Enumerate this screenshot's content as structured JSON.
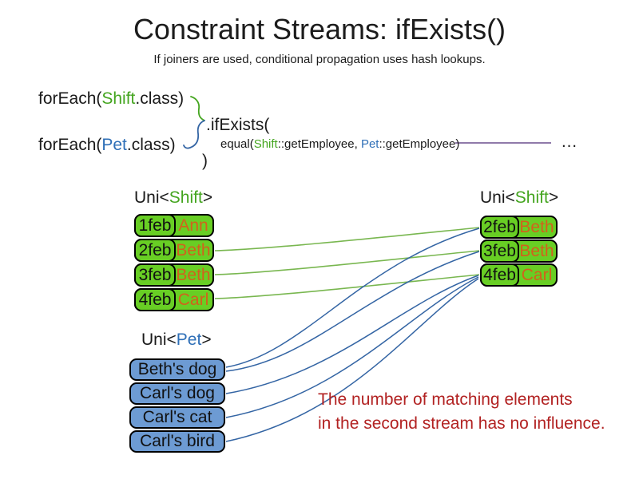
{
  "slide": {
    "title": "Constraint Streams: ifExists()",
    "subtitle": "If joiners are used, conditional propagation uses hash lookups."
  },
  "code": {
    "foreach_shift": {
      "pre": "forEach(",
      "cls": "Shift",
      "post": ".class)"
    },
    "foreach_pet": {
      "pre": "forEach(",
      "cls": "Pet",
      "post": ".class)"
    },
    "if_exists_label": ".ifExists(",
    "equal": {
      "pre": "equal(",
      "shift": "Shift",
      "mid": "::getEmployee, ",
      "pet": "Pet",
      "post": "::getEmployee)"
    },
    "close_paren": ")",
    "ellipsis": "…"
  },
  "streams": {
    "left_shift": {
      "label_pre": "Uni<",
      "label_type": "Shift",
      "label_post": ">",
      "rows": [
        {
          "date": "1feb",
          "name": "Ann"
        },
        {
          "date": "2feb",
          "name": "Beth"
        },
        {
          "date": "3feb",
          "name": "Beth"
        },
        {
          "date": "4feb",
          "name": "Carl"
        }
      ]
    },
    "right_shift": {
      "label_pre": "Uni<",
      "label_type": "Shift",
      "label_post": ">",
      "rows": [
        {
          "date": "2feb",
          "name": "Beth"
        },
        {
          "date": "3feb",
          "name": "Beth"
        },
        {
          "date": "4feb",
          "name": "Carl"
        }
      ]
    },
    "pet": {
      "label_pre": "Uni<",
      "label_type": "Pet",
      "label_post": ">",
      "rows": [
        {
          "name": "Beth's dog"
        },
        {
          "name": "Carl's dog"
        },
        {
          "name": "Carl's cat"
        },
        {
          "name": "Carl's bird"
        }
      ]
    }
  },
  "note": {
    "line1": "The number of matching elements",
    "line2": "in the second stream has no influence."
  },
  "colors": {
    "shift_box_green": "#68ce24",
    "pet_box_blue": "#6d9bd3",
    "employee_orange": "#d2611c",
    "class_green": "#44a51f",
    "class_blue": "#2e6fb7",
    "note_red": "#b22222",
    "match_line_green": "#79b750",
    "match_line_blue": "#3465a4",
    "continuation_purple": "#6b4e8e"
  }
}
